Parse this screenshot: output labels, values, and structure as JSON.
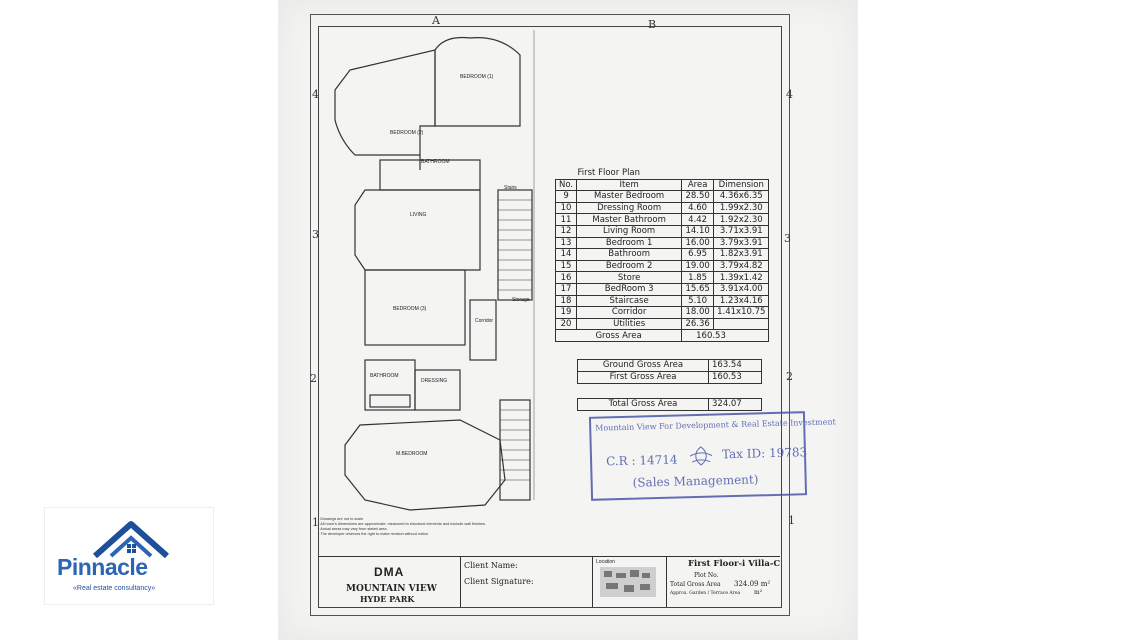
{
  "grid": {
    "col_a": "A",
    "col_b": "B",
    "row_4": "4",
    "row_3": "3",
    "row_2": "2",
    "row_1": "1"
  },
  "plan": {
    "rooms": {
      "bedroom1": "BEDROOM (1)",
      "bedroom2": "BEDROOM (2)",
      "bathroom_top": "BATHROOM",
      "living": "LIVING",
      "stairs": "Stairs",
      "bedroom3": "BEDROOM (3)",
      "storage": "Storage",
      "corridor": "Corridor",
      "bathroom_bottom": "BATHROOM",
      "dressing": "DRESSING",
      "mbedroom": "M.BEDROOM"
    }
  },
  "floor_table": {
    "title": "First Floor Plan",
    "headers": [
      "No.",
      "Item",
      "Area",
      "Dimension"
    ],
    "rows": [
      [
        "9",
        "Master Bedroom",
        "28.50",
        "4.36x6.35"
      ],
      [
        "10",
        "Dressing Room",
        "4.60",
        "1.99x2.30"
      ],
      [
        "11",
        "Master Bathroom",
        "4.42",
        "1.92x2.30"
      ],
      [
        "12",
        "Living Room",
        "14.10",
        "3.71x3.91"
      ],
      [
        "13",
        "Bedroom 1",
        "16.00",
        "3.79x3.91"
      ],
      [
        "14",
        "Bathroom",
        "6.95",
        "1.82x3.91"
      ],
      [
        "15",
        "Bedroom 2",
        "19.00",
        "3.79x4.82"
      ],
      [
        "16",
        "Store",
        "1.85",
        "1.39x1.42"
      ],
      [
        "17",
        "BedRoom 3",
        "15.65",
        "3.91x4.00"
      ],
      [
        "18",
        "Staircase",
        "5.10",
        "1.23x4.16"
      ],
      [
        "19",
        "Corridor",
        "18.00",
        "1.41x10.75"
      ],
      [
        "20",
        "Utilities",
        "26.36",
        ""
      ]
    ],
    "gross_label": "Gross Area",
    "gross_value": "160.53"
  },
  "gross_table": {
    "ground_label": "Ground Gross Area",
    "ground_value": "163.54",
    "first_label": "First Gross Area",
    "first_value": "160.53",
    "total_label": "Total Gross Area",
    "total_value": "324.07"
  },
  "stamp": {
    "line1": "Mountain View For Development & Real Estate Investment",
    "cr": "C.R : 14714",
    "tax": "Tax ID: 19783",
    "dept": "(Sales Management)"
  },
  "notes": [
    "Drawings are not to scale",
    "All room's dimensions are approximate, measured to structural elements and exclude wall finishes.",
    "Actual areas may vary from stated area.",
    "The developer reserves the right to make revision without notice."
  ],
  "title_block": {
    "brand": "DMA",
    "project_line1": "MOUNTAIN VIEW",
    "project_line2": "HYDE PARK",
    "client_name": "Client Name:",
    "client_signature": "Client Signature:",
    "location": "Location",
    "sheet_title": "First Floor-i Villa-C",
    "plot_no": "Plot No.",
    "total_gross": "Total Gross Area",
    "total_gross_value": "324.09 m²",
    "garden_area": "Approx. Garden / Terrace Area",
    "garden_unit": "m²"
  },
  "logo": {
    "name": "Pinnacle",
    "tagline": "«Real estate consultancy»"
  },
  "colors": {
    "stamp": "#4a56a8",
    "logo_blue": "#2d65b5"
  }
}
